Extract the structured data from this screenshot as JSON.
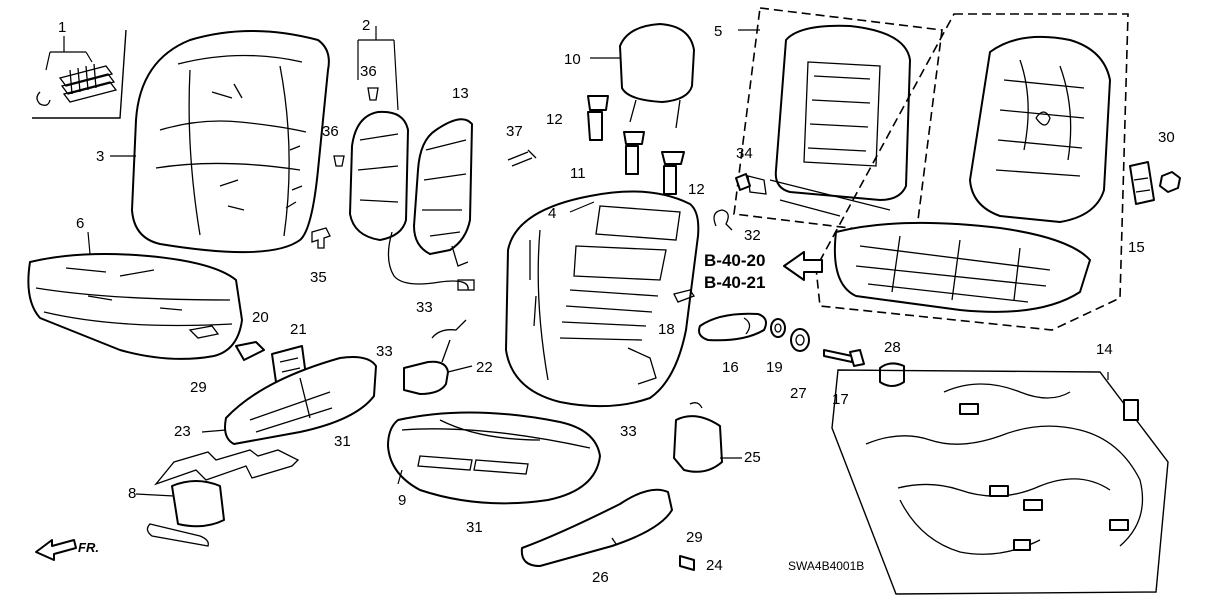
{
  "diagram": {
    "catalog_code": "SWA4B4001B",
    "front_marker": "FR.",
    "reference_arrows": [
      "B-40-20",
      "B-40-21"
    ],
    "callouts": {
      "c1": "1",
      "c2": "2",
      "c3": "3",
      "c4": "4",
      "c5": "5",
      "c6": "6",
      "c8": "8",
      "c9": "9",
      "c10": "10",
      "c11": "11",
      "c12a": "12",
      "c12b": "12",
      "c13": "13",
      "c14": "14",
      "c15": "15",
      "c16": "16",
      "c17": "17",
      "c18": "18",
      "c19": "19",
      "c20": "20",
      "c21": "21",
      "c22": "22",
      "c23": "23",
      "c24": "24",
      "c25": "25",
      "c26": "26",
      "c27": "27",
      "c28": "28",
      "c29a": "29",
      "c29b": "29",
      "c30": "30",
      "c31a": "31",
      "c31b": "31",
      "c32": "32",
      "c33a": "33",
      "c33b": "33",
      "c33c": "33",
      "c34": "34",
      "c35": "35",
      "c36a": "36",
      "c36b": "36",
      "c37": "37"
    }
  }
}
